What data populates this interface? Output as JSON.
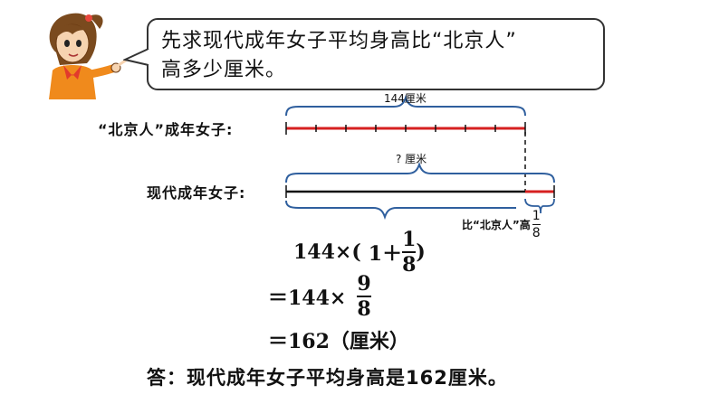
{
  "bubble": {
    "line1": "先求现代成年女子平均身高比“北京人”",
    "line2": "高多少厘米。"
  },
  "diagram": {
    "row1_label": "“北京人”成年女子:",
    "row1_total": "144厘米",
    "row2_label": "现代成年女子:",
    "row2_total": "? 厘米",
    "extra_prefix": "比“北京人”高",
    "extra_num": "1",
    "extra_den": "8"
  },
  "solution": {
    "line1_a": "144×(",
    "line1_b": "1＋",
    "line1_num": "1",
    "line1_den": "8",
    "line1_c": ")",
    "line2_a": "＝144×",
    "line2_num": "9",
    "line2_den": "8",
    "line3": "＝162（厘米）",
    "answer": "答：现代成年女子平均身高是162厘米。"
  },
  "colors": {
    "red_segment": "#d62020",
    "brace_blue": "#2f5f9e",
    "black": "#111111"
  }
}
